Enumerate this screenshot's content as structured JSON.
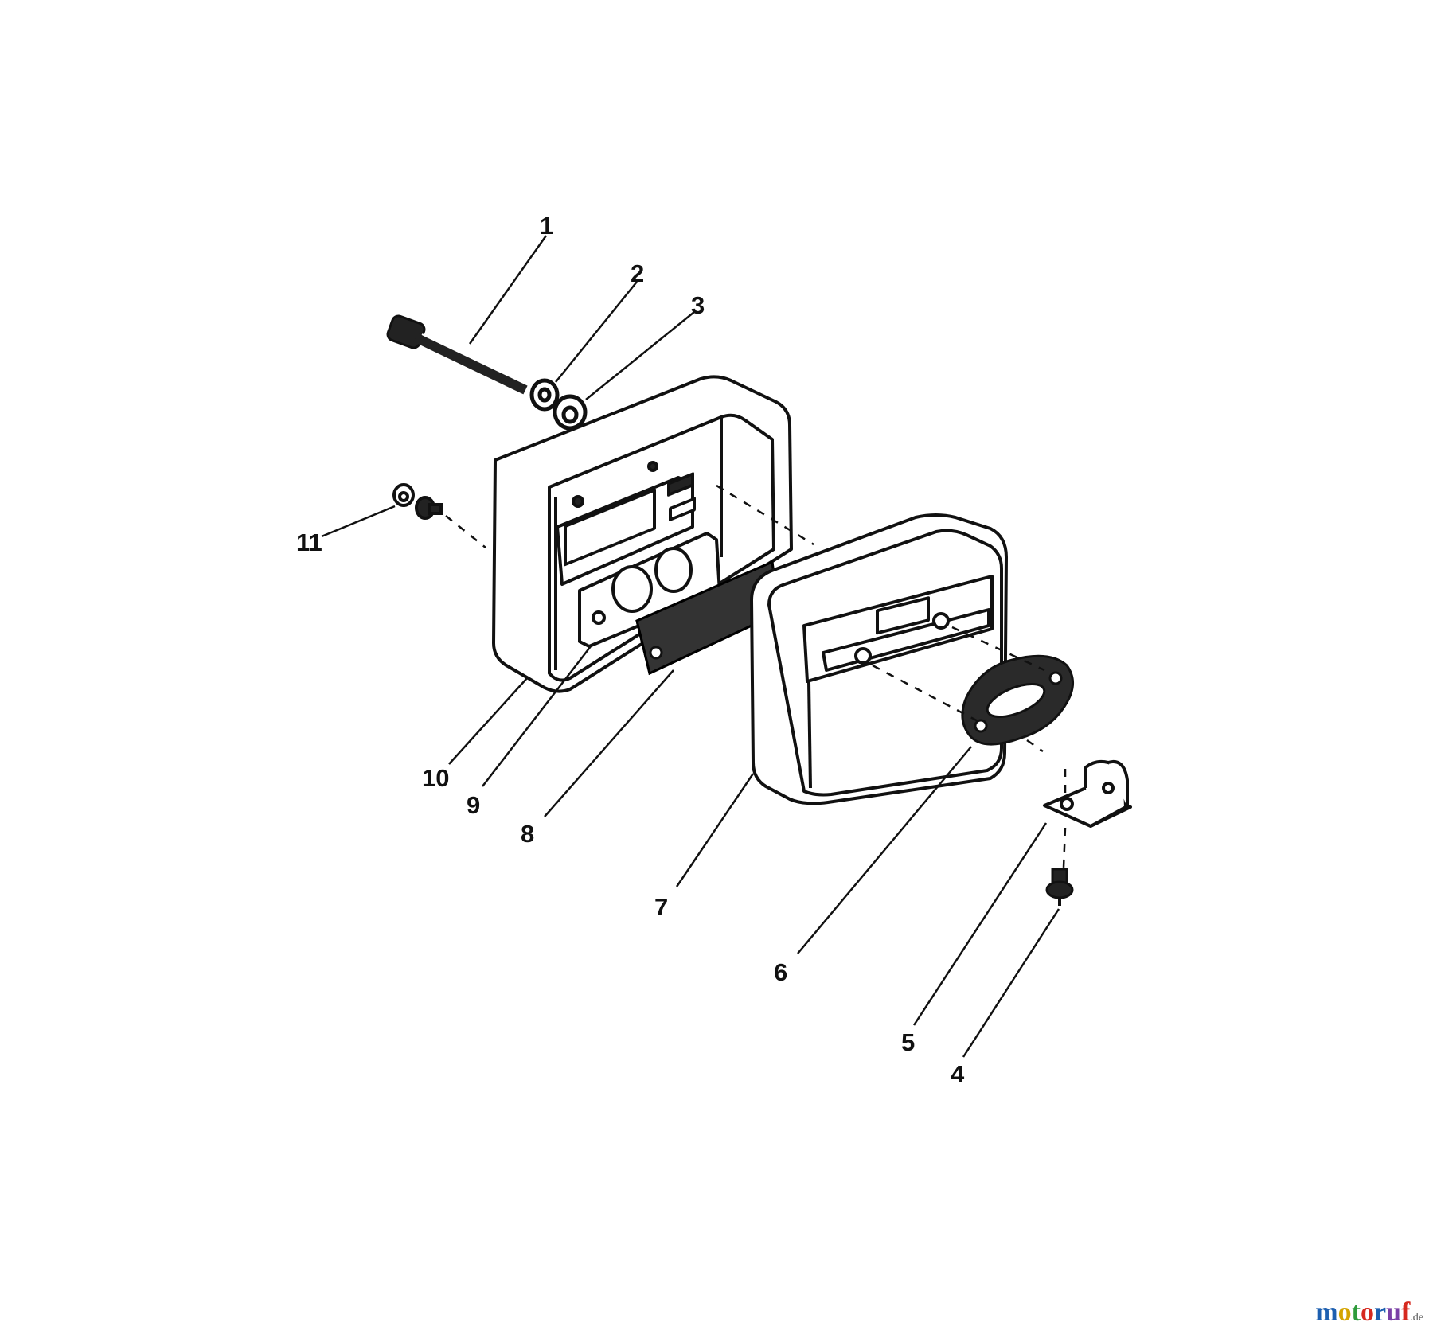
{
  "diagram": {
    "callouts": [
      {
        "id": "1",
        "text": "1"
      },
      {
        "id": "2",
        "text": "2"
      },
      {
        "id": "3",
        "text": "3"
      },
      {
        "id": "4",
        "text": "4"
      },
      {
        "id": "5",
        "text": "5"
      },
      {
        "id": "6",
        "text": "6"
      },
      {
        "id": "7",
        "text": "7"
      },
      {
        "id": "8",
        "text": "8"
      },
      {
        "id": "9",
        "text": "9"
      },
      {
        "id": "10",
        "text": "10"
      },
      {
        "id": "11",
        "text": "11"
      }
    ],
    "parts": [
      {
        "id": "bolt",
        "icon": "long-bolt-icon"
      },
      {
        "id": "washer-small",
        "icon": "lock-washer-icon"
      },
      {
        "id": "washer-large",
        "icon": "flat-washer-icon"
      },
      {
        "id": "screw",
        "icon": "screw-icon"
      },
      {
        "id": "bracket",
        "icon": "angle-bracket-icon"
      },
      {
        "id": "gasket",
        "icon": "gasket-icon"
      },
      {
        "id": "muffler",
        "icon": "muffler-body-icon"
      },
      {
        "id": "screen",
        "icon": "spark-screen-icon"
      },
      {
        "id": "plate",
        "icon": "deflector-plate-icon"
      },
      {
        "id": "guard",
        "icon": "muffler-guard-icon"
      },
      {
        "id": "nut-washer",
        "icon": "nut-washer-icon"
      }
    ]
  },
  "watermark": {
    "letters": [
      {
        "ch": "m",
        "color": "#1d5fb0"
      },
      {
        "ch": "o",
        "color": "#d4a400"
      },
      {
        "ch": "t",
        "color": "#2e9b3a"
      },
      {
        "ch": "o",
        "color": "#d6291f"
      },
      {
        "ch": "r",
        "color": "#1d5fb0"
      },
      {
        "ch": "u",
        "color": "#7a3fa6"
      },
      {
        "ch": "f",
        "color": "#d6291f"
      }
    ],
    "tld": ".de"
  }
}
